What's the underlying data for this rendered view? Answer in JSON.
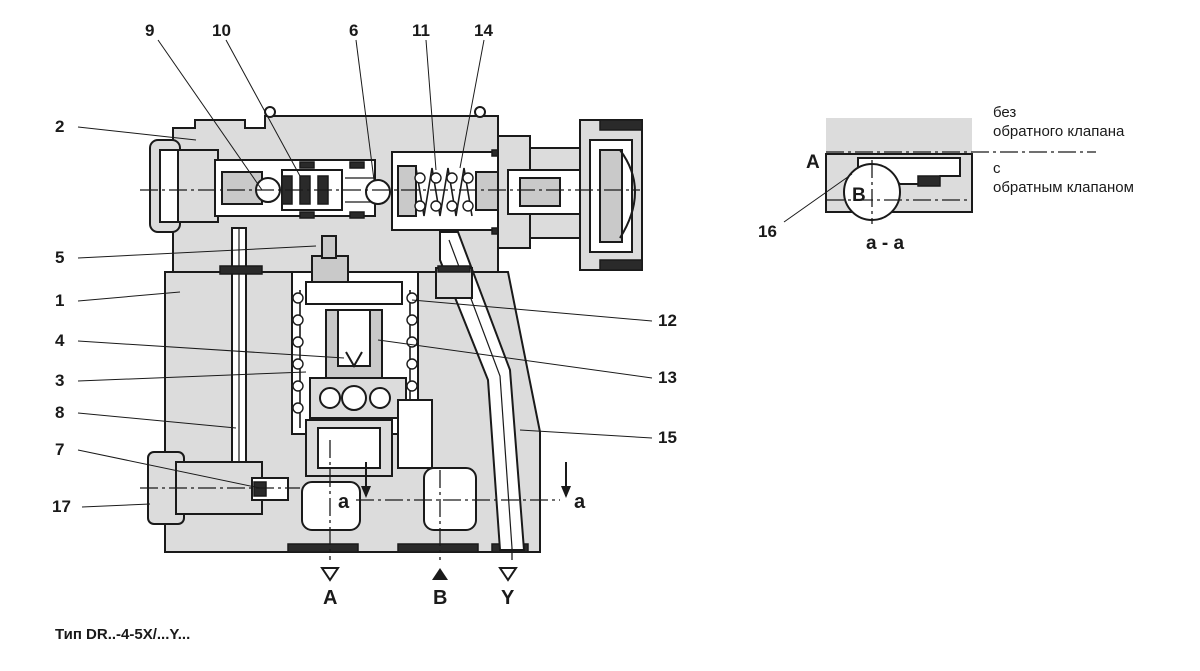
{
  "callouts": [
    {
      "id": "9",
      "label": "9"
    },
    {
      "id": "10",
      "label": "10"
    },
    {
      "id": "6",
      "label": "6"
    },
    {
      "id": "11",
      "label": "11"
    },
    {
      "id": "14",
      "label": "14"
    },
    {
      "id": "2",
      "label": "2"
    },
    {
      "id": "5",
      "label": "5"
    },
    {
      "id": "1",
      "label": "1"
    },
    {
      "id": "4",
      "label": "4"
    },
    {
      "id": "3",
      "label": "3"
    },
    {
      "id": "8",
      "label": "8"
    },
    {
      "id": "7",
      "label": "7"
    },
    {
      "id": "17",
      "label": "17"
    },
    {
      "id": "12",
      "label": "12"
    },
    {
      "id": "13",
      "label": "13"
    },
    {
      "id": "15",
      "label": "15"
    },
    {
      "id": "16",
      "label": "16"
    }
  ],
  "ports": {
    "a": "A",
    "b": "B",
    "y": "Y"
  },
  "section_marks": {
    "left": "a",
    "right": "a"
  },
  "section_view": {
    "title": "a - a",
    "port_a": "A",
    "port_b": "B",
    "note_without_line1": "без",
    "note_without_line2": "обратного клапана",
    "note_with_line1": "с",
    "note_with_line2": "обратным клапаном"
  },
  "caption": "Тип DR..-4-5X/...Y...",
  "colors": {
    "body": "#dcdcdc",
    "line": "#1a1a1a",
    "background": "#ffffff"
  }
}
